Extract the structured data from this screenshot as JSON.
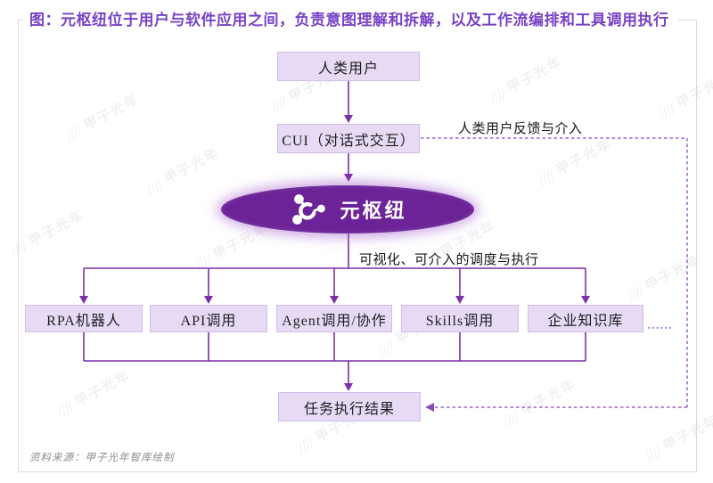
{
  "title": "图：元枢纽位于用户与软件应用之间，负责意图理解和拆解，以及工作流编排和工具调用执行",
  "flow": {
    "human_user": "人类用户",
    "cui": "CUI（对话式交互）",
    "hub": "元枢纽",
    "feedback_label": "人类用户反馈与介入",
    "schedule_label": "可视化、可介入的调度与执行",
    "tools": [
      "RPA机器人",
      "API调用",
      "Agent调用/协作",
      "Skills调用",
      "企业知识库"
    ],
    "more": "……",
    "result": "任务执行结果"
  },
  "source": "资料来源：甲子光年智库绘制",
  "watermark": "甲子光年",
  "colors": {
    "title_purple": "#7842c6",
    "line_purple": "#7c2fa6",
    "dashed_purple": "#9a63c8",
    "node_fill": "#e6daf4",
    "node_border": "#d4bcea",
    "hub_fill": "#6b2397"
  }
}
